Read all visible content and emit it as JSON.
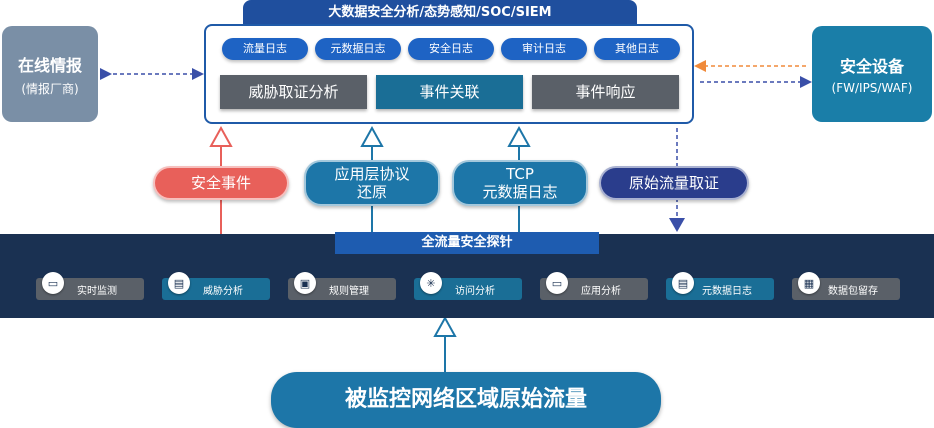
{
  "top": {
    "title": "大数据安全分析/态势感知/SOC/SIEM",
    "logs": [
      "流量日志",
      "元数据日志",
      "安全日志",
      "审计日志",
      "其他日志"
    ],
    "actions": [
      "威胁取证分析",
      "事件关联",
      "事件响应"
    ]
  },
  "left_box": {
    "title": "在线情报",
    "subtitle": "(情报厂商)"
  },
  "right_box": {
    "title": "安全设备",
    "subtitle": "(FW/IPS/WAF)"
  },
  "middle": {
    "security_event": "安全事件",
    "app_protocol_line1": "应用层协议",
    "app_protocol_line2": "还原",
    "tcp_line1": "TCP",
    "tcp_line2": "元数据日志",
    "raw_forensics": "原始流量取证"
  },
  "probe": {
    "title": "全流量安全探针",
    "tools": [
      {
        "label": "实时监测",
        "icon": "monitor-icon"
      },
      {
        "label": "威胁分析",
        "icon": "threat-doc-icon"
      },
      {
        "label": "规则管理",
        "icon": "rules-icon"
      },
      {
        "label": "访问分析",
        "icon": "access-icon"
      },
      {
        "label": "应用分析",
        "icon": "app-screen-icon"
      },
      {
        "label": "元数据日志",
        "icon": "metadata-doc-icon"
      },
      {
        "label": "数据包留存",
        "icon": "packet-icon"
      }
    ]
  },
  "bottom": {
    "label": "被监控网络区域原始流量"
  },
  "colors": {
    "navy": "#1a3152",
    "blue": "#1e63c4",
    "teal": "#1d76a8",
    "red": "#e8605a",
    "orange": "#f08a3a",
    "left_gray": "#7a8fa6",
    "right_teal": "#1a7ea8",
    "action_gray": "#5a6068",
    "action_teal": "#1a6e96"
  }
}
